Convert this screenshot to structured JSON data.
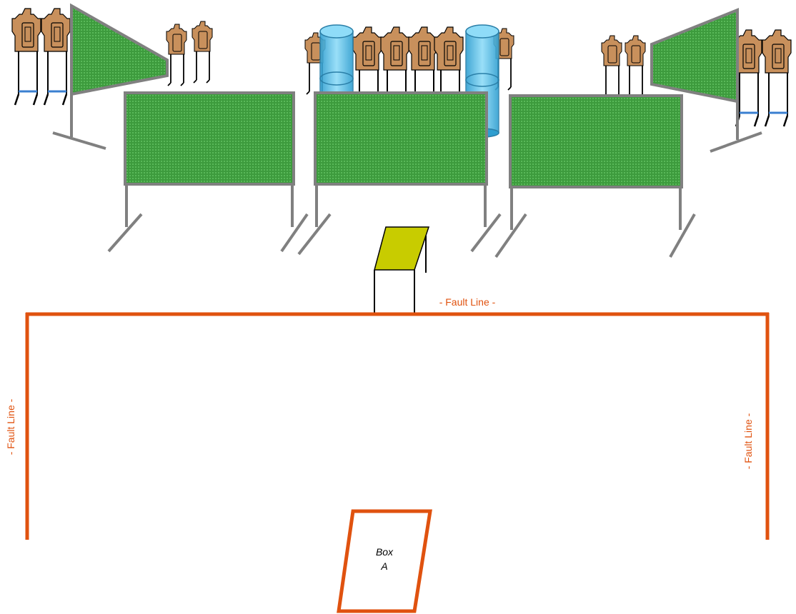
{
  "labels": {
    "fault_line_top": "- Fault Line -",
    "fault_line_left": "- Fault Line -",
    "fault_line_right": "- Fault Line -",
    "box_line1": "Box",
    "box_line2": "A"
  },
  "colors": {
    "fault_line": "#e0520f",
    "box_outline": "#e0520f",
    "barrier_fill": "#3d9b3d",
    "barrier_frame": "#808080",
    "target_tan": "#c8905c",
    "barrel_blue": "#4cb8e6",
    "table_top": "#c8cc00",
    "stand_blue": "#3a7fd0"
  }
}
